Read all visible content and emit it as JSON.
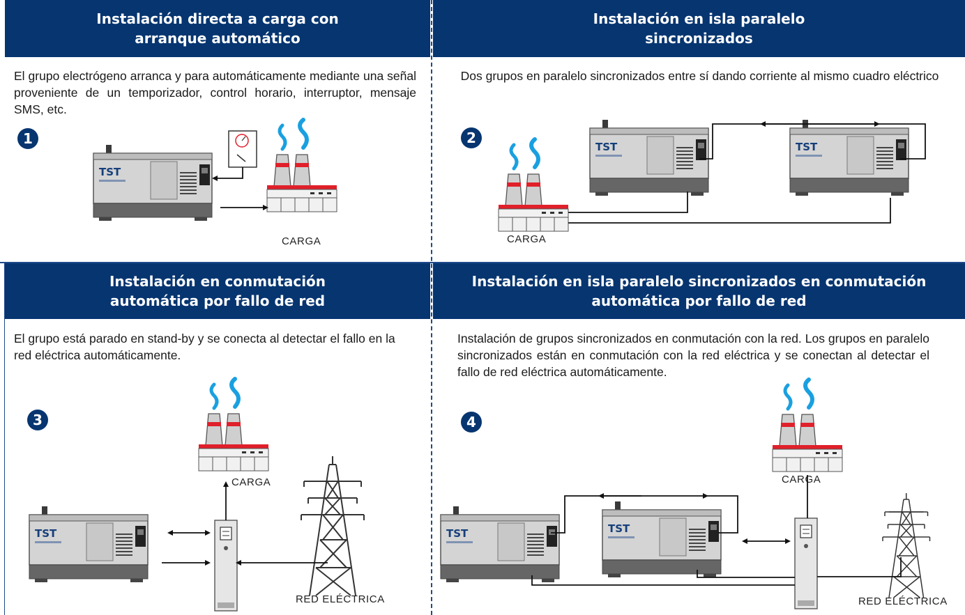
{
  "panels": [
    {
      "number": "1",
      "title": "Instalación directa a carga con\narranque automático",
      "description": "El grupo electrógeno arranca y para automáticamente mediante una señal proveniente de un temporizador, control horario, interruptor, mensaje SMS, etc.",
      "labels": {
        "load": "CARGA"
      }
    },
    {
      "number": "2",
      "title": "Instalación en isla paralelo\nsincronizados",
      "description": "Dos grupos en paralelo sincronizados entre sí dando corriente al mismo cuadro eléctrico",
      "labels": {
        "load": "CARGA"
      }
    },
    {
      "number": "3",
      "title": "Instalación en conmutación\nautomática por fallo de red",
      "description": "El grupo está parado en stand-by y se conecta al detectar el fallo en la red eléctrica automáticamente.",
      "labels": {
        "load": "CARGA",
        "grid": "RED ELÉCTRICA"
      }
    },
    {
      "number": "4",
      "title": "Instalación en isla paralelo sincronizados en conmutación\nautomática por fallo de red",
      "description": "Instalación de grupos sincronizados en conmutación con la red. Los grupos en paralelo sincronizados están en conmutación con la red eléctrica y se conectan al detectar el fallo de red eléctrica automáticamente.",
      "labels": {
        "load": "CARGA",
        "grid": "RED ELÉCTRICA"
      }
    }
  ],
  "generator_brand": "TST",
  "colors": {
    "header": "#063570",
    "divider": "#1e4a8a",
    "accent_red": "#e0202a",
    "smoke": "#1aa0e0"
  }
}
